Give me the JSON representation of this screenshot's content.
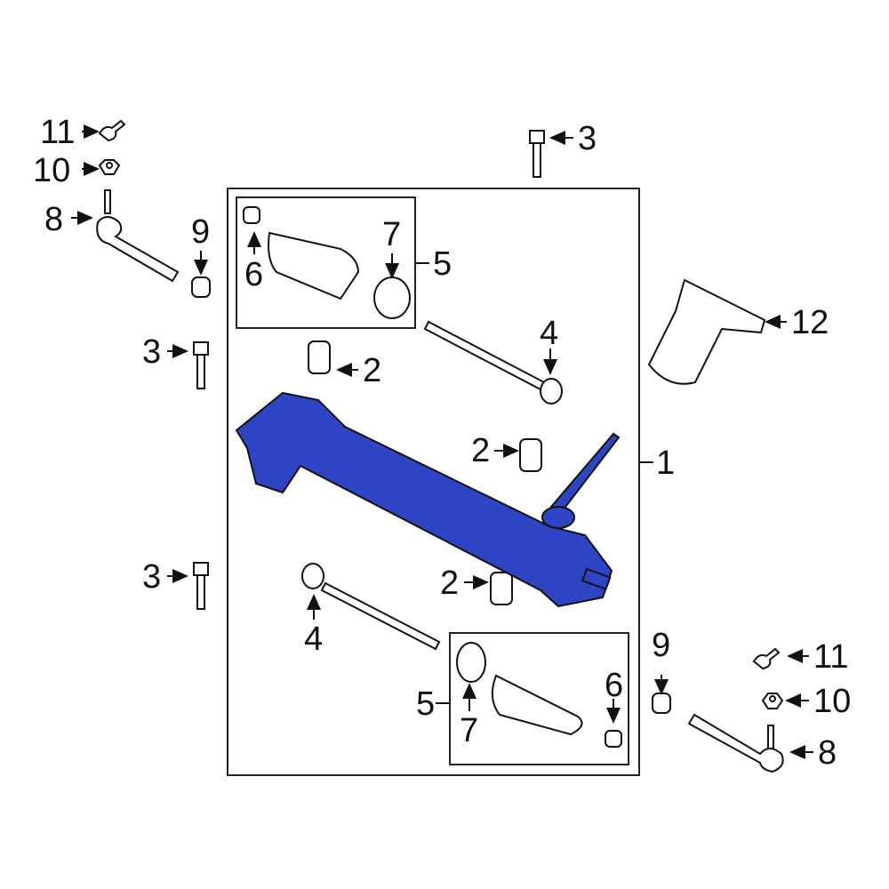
{
  "diagram": {
    "type": "exploded parts diagram",
    "subject": "steering gear (rack and pinion) assembly",
    "highlight_color": "#2d45c4",
    "line_color": "#111111",
    "callouts": [
      {
        "id": "c11-left",
        "label": "11",
        "part": "cotter pin"
      },
      {
        "id": "c10-left",
        "label": "10",
        "part": "nut"
      },
      {
        "id": "c8-left",
        "label": "8",
        "part": "outer tie rod end"
      },
      {
        "id": "c9-left",
        "label": "9",
        "part": "jam nut"
      },
      {
        "id": "c3-top",
        "label": "3",
        "part": "bolt"
      },
      {
        "id": "c3-left-upper",
        "label": "3",
        "part": "bolt"
      },
      {
        "id": "c3-left-lower",
        "label": "3",
        "part": "bolt"
      },
      {
        "id": "c6-upper",
        "label": "6",
        "part": "boot clamp"
      },
      {
        "id": "c7-upper",
        "label": "7",
        "part": "boot clamp ring"
      },
      {
        "id": "c5-upper",
        "label": "5",
        "part": "boot kit"
      },
      {
        "id": "c4-upper",
        "label": "4",
        "part": "inner tie rod"
      },
      {
        "id": "c2-a",
        "label": "2",
        "part": "bushing"
      },
      {
        "id": "c2-b",
        "label": "2",
        "part": "bushing"
      },
      {
        "id": "c2-c",
        "label": "2",
        "part": "bushing"
      },
      {
        "id": "c1",
        "label": "1",
        "part": "steering gear assembly"
      },
      {
        "id": "c12",
        "label": "12",
        "part": "boot / seal"
      },
      {
        "id": "c4-lower",
        "label": "4",
        "part": "inner tie rod"
      },
      {
        "id": "c5-lower",
        "label": "5",
        "part": "boot kit"
      },
      {
        "id": "c7-lower",
        "label": "7",
        "part": "boot clamp ring"
      },
      {
        "id": "c6-lower",
        "label": "6",
        "part": "boot clamp"
      },
      {
        "id": "c9-right",
        "label": "9",
        "part": "jam nut"
      },
      {
        "id": "c11-right",
        "label": "11",
        "part": "cotter pin"
      },
      {
        "id": "c10-right",
        "label": "10",
        "part": "nut"
      },
      {
        "id": "c8-right",
        "label": "8",
        "part": "outer tie rod end"
      }
    ]
  }
}
